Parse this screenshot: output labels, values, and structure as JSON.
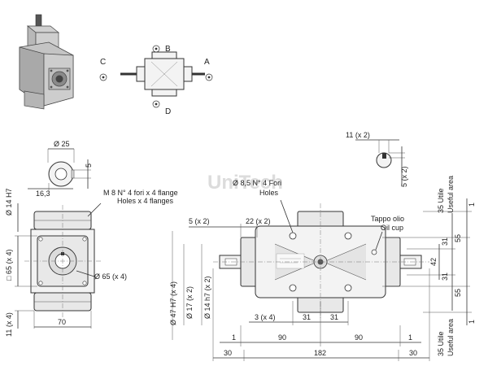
{
  "views": {
    "labels": {
      "a": "A",
      "b": "B",
      "c": "C",
      "d": "D"
    }
  },
  "shaft_detail": {
    "diameter": "Ø 25",
    "key_height": "5",
    "width": "16,3"
  },
  "side_view": {
    "bore": "Ø 14 H7",
    "flange_note_line1": "M 8 N° 4 fori x 4 flange",
    "flange_note_line2": "Holes x 4 flanges",
    "square": "□ 65 (x 4)",
    "circle": "Ø 65 (x 4)",
    "thickness": "11 (x 4)",
    "width": "70"
  },
  "key_detail": {
    "width": "11 (x 2)",
    "height": "5 (x 2)"
  },
  "front_view": {
    "holes_line1": "Ø 8,5 N° 4 Fori",
    "holes_line2": "Holes",
    "dim_5x2": "5 (x 2)",
    "dim_22x2": "22 (x 2)",
    "oil_cup_line1": "Tappo olio",
    "oil_cup_line2": "Oil cup",
    "d47": "Ø 47 H7 (x 4)",
    "d17": "Ø 17 (x 2)",
    "d14": "Ø 14 h7 (x 2)",
    "dim_3x4": "3 (x 4)",
    "dim_31_left": "31",
    "dim_31_right": "31",
    "dim_1_left": "1",
    "dim_90_left": "90",
    "dim_90_right": "90",
    "dim_1_right": "1",
    "dim_30_left": "30",
    "dim_182": "182",
    "dim_30_right": "30",
    "right_55_top": "55",
    "right_31_top": "31",
    "right_42": "42",
    "right_31_bot": "31",
    "right_55_bot": "55",
    "right_1_top": "1",
    "right_1_bot": "1",
    "useful_top_line1": "35 Utile",
    "useful_top_line2": "Useful area",
    "useful_bot_line1": "35 Utile",
    "useful_bot_line2": "Useful area"
  },
  "watermark": "UniTech"
}
